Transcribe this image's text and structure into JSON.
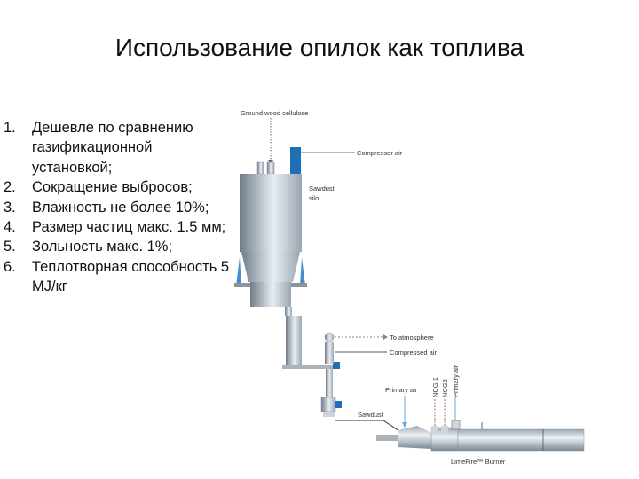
{
  "slide": {
    "title": "Использование опилок как топлива",
    "items": [
      {
        "num": "1.",
        "text": "Дешевле по сравнению газификационной установкой;"
      },
      {
        "num": "2.",
        "text": "Сокращение выбросов;"
      },
      {
        "num": "3.",
        "text": "Влажность не более 10%;"
      },
      {
        "num": "4.",
        "text": "Размер частиц макс. 1.5 мм;"
      },
      {
        "num": "5.",
        "text": "Зольность макс. 1%;"
      },
      {
        "num": "6.",
        "text": "Теплотворная способность 5 MJ/кг"
      }
    ]
  },
  "diagram": {
    "labels": {
      "ground_wood": "Ground wood cellulose",
      "compressor_air": "Compressor air",
      "silo": "Sawdust silo",
      "to_atmosphere": "To atmosphere",
      "compressed_air": "Compressed air",
      "primary_air_1": "Primary air",
      "primary_air_2": "Primary air",
      "ncg1": "NCG 1",
      "ncg2": "NCG2",
      "sawdust": "Sawdust",
      "burner": "LimeFire™ Burner"
    },
    "colors": {
      "steel_dark": "#7a8894",
      "steel_light": "#e4e9ee",
      "accent_blue": "#1f6fb5",
      "line_gray": "#666666",
      "dotted_red": "#b06060"
    }
  }
}
